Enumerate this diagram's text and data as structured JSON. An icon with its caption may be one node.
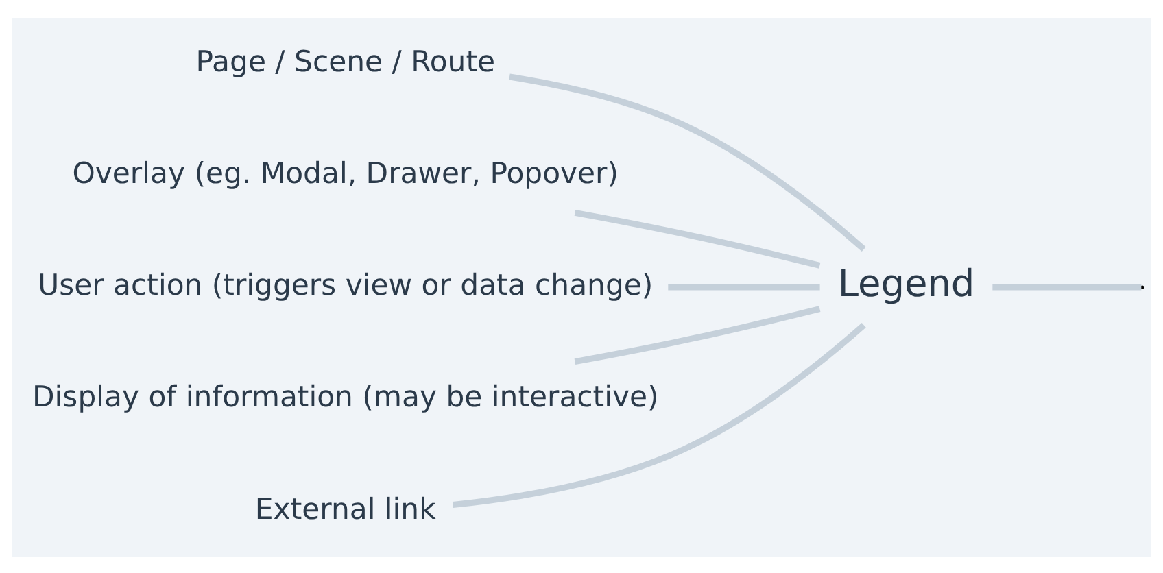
{
  "diagram": {
    "nodes": [
      {
        "text": [
          "Page / Scene / Route"
        ]
      },
      {
        "text": [
          "Overlay (eg. Modal, Drawer, Popover)"
        ]
      },
      {
        "text": [
          "User action (triggers view or data change)"
        ]
      },
      {
        "text": [
          "Display of information (may be interactive)"
        ]
      },
      {
        "text": [
          "External link"
        ]
      },
      {
        "text": [
          "Legend"
        ]
      }
    ],
    "edges": [
      {
        "from": 0,
        "to": 5,
        "arrow": "none"
      },
      {
        "from": 1,
        "to": 5,
        "arrow": "none"
      },
      {
        "from": 2,
        "to": 5,
        "arrow": "none"
      },
      {
        "from": 3,
        "to": 5,
        "arrow": "none"
      },
      {
        "from": 4,
        "to": 5,
        "arrow": "none"
      },
      {
        "from": 5,
        "to": null,
        "arrow": "none"
      }
    ]
  }
}
